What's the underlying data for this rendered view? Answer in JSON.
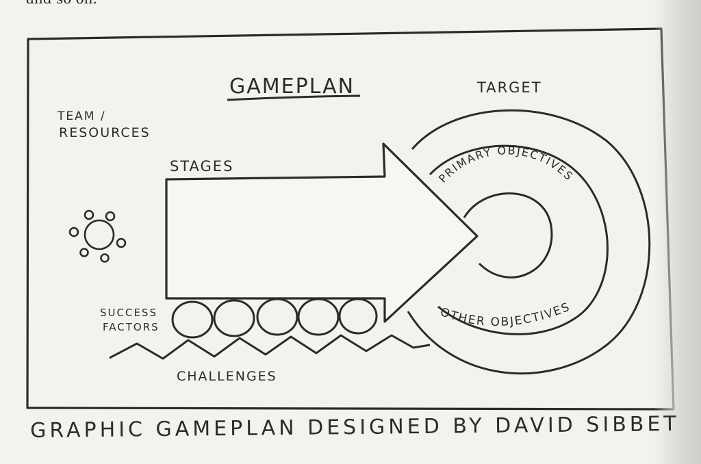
{
  "top_text": "and so on.",
  "diagram": {
    "title": "GAMEPLAN",
    "team_label_line1": "TEAM /",
    "team_label_line2": "RESOURCES",
    "stages_label": "STAGES",
    "target_label": "TARGET",
    "primary_label": "PRIMARY OBJECTIVES",
    "other_label": "OTHER OBJECTIVES",
    "success_line1": "SUCCESS",
    "success_line2": "FACTORS",
    "challenges_label": "CHALLENGES"
  },
  "caption": "GRAPHIC GAMEPLAN DESIGNED BY DAVID SIBBET"
}
